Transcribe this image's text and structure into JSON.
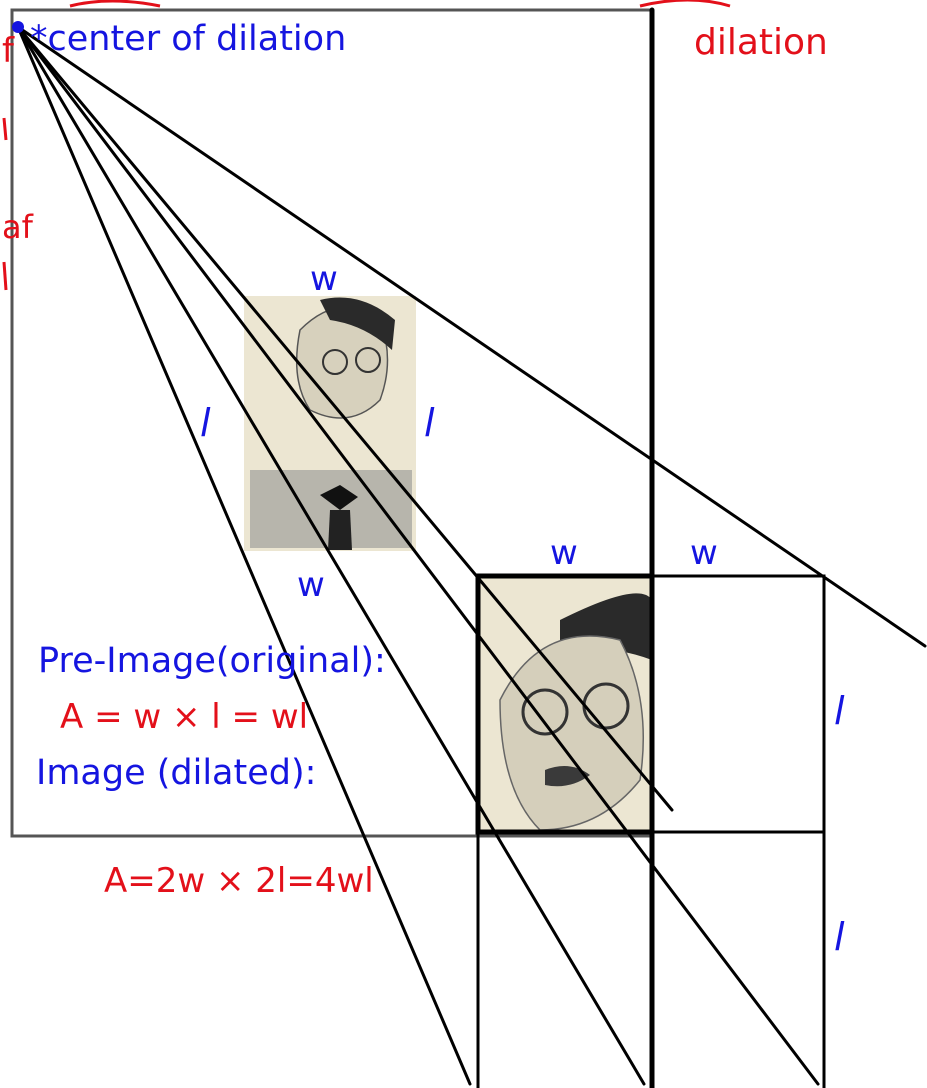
{
  "annotations": {
    "center_label": "*center of dilation",
    "center_label_right": "dilation",
    "left_fragment_1": "f",
    "left_fragment_2": "af",
    "width_top": "w",
    "width_bottom": "w",
    "length_left": "l",
    "length_right": "l",
    "dilated_width_1": "w",
    "dilated_width_2": "w",
    "dilated_length_1": "l",
    "dilated_length_2": "l"
  },
  "formulas": {
    "preimage_title": "Pre-Image(original):",
    "preimage_area": "A = w × l = wl",
    "image_title": "Image (dilated):",
    "image_area": "A=2w × 2l=4wl"
  },
  "colors": {
    "blue_ink": "#1515e0",
    "red_ink": "#e3101a",
    "line_ink": "#000000"
  }
}
